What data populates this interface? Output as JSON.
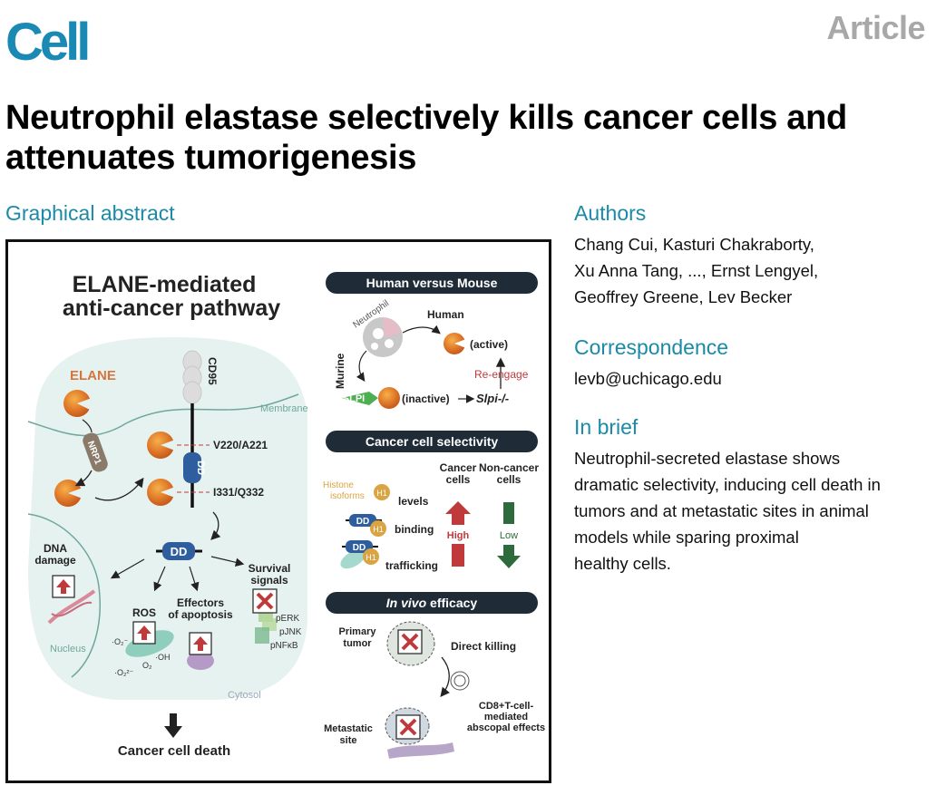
{
  "header": {
    "journal": "Cell",
    "article_type": "Article",
    "title": "Neutrophil elastase selectively kills cancer cells and attenuates tumorigenesis"
  },
  "graphical_abstract": {
    "heading": "Graphical abstract",
    "main_title_line1": "ELANE-mediated",
    "main_title_line2": "anti-cancer pathway",
    "labels": {
      "elane": "ELANE",
      "cd95": "CD95",
      "membrane": "Membrane",
      "nrp1": "NRP1",
      "dd": "DD",
      "v220": "V220/A221",
      "i331": "I331/Q332",
      "dna_damage_line1": "DNA",
      "dna_damage_line2": "damage",
      "nucleus": "Nucleus",
      "ros": "ROS",
      "effectors_line1": "Effectors",
      "effectors_line2": "of apoptosis",
      "survival_line1": "Survival",
      "survival_line2": "signals",
      "perk": "pERK",
      "pjnk": "pJNK",
      "pnfkb": "pNFκB",
      "cytosol": "Cytosol",
      "o2_radical": "·O₂⁻",
      "oh_radical": "·OH",
      "o2": "O₂",
      "o2_2": "·O₂²⁻",
      "outcome": "Cancer cell death"
    },
    "panels": {
      "human_vs_mouse": {
        "title": "Human versus Mouse",
        "neutrophil": "Neutrophil",
        "human": "Human",
        "murine": "Murine",
        "active": "(active)",
        "reengage": "Re-engage",
        "slpi": "SLPI",
        "inactive": "(inactive)",
        "slpi_ko": "Slpi-/-"
      },
      "selectivity": {
        "title": "Cancer cell selectivity",
        "col_cancer_line1": "Cancer",
        "col_cancer_line2": "cells",
        "col_noncancer_line1": "Non-cancer",
        "col_noncancer_line2": "cells",
        "histone_line1": "Histone",
        "histone_line2": "isoforms",
        "h1": "H1",
        "dd": "DD",
        "rows": [
          "levels",
          "binding",
          "trafficking"
        ],
        "high": "High",
        "low": "Low"
      },
      "in_vivo": {
        "title_italic": "In vivo",
        "title_rest": " efficacy",
        "primary_line1": "Primary",
        "primary_line2": "tumor",
        "direct_killing": "Direct killing",
        "cd8_line1": "CD8+T-cell-",
        "cd8_line2": "mediated",
        "cd8_line3": "abscopal effects",
        "metastatic_line1": "Metastatic",
        "metastatic_line2": "site"
      }
    },
    "colors": {
      "elane_orange": "#e07a2a",
      "dd_blue": "#2e5e9e",
      "up_red": "#c0393b",
      "down_green": "#2e6b3c",
      "cell_fill": "#e6f2ef",
      "panel_header": "#1f2b36"
    }
  },
  "sidebar": {
    "authors_heading": "Authors",
    "authors_lines": [
      "Chang Cui, Kasturi Chakraborty,",
      "Xu Anna Tang, ..., Ernst Lengyel,",
      "Geoffrey Greene, Lev Becker"
    ],
    "correspondence_heading": "Correspondence",
    "email": "levb@uchicago.edu",
    "in_brief_heading": "In brief",
    "in_brief_lines": [
      "Neutrophil-secreted elastase shows",
      "dramatic selectivity, inducing cell death in",
      "tumors and at metastatic sites in animal",
      "models while sparing proximal",
      "healthy cells."
    ]
  }
}
